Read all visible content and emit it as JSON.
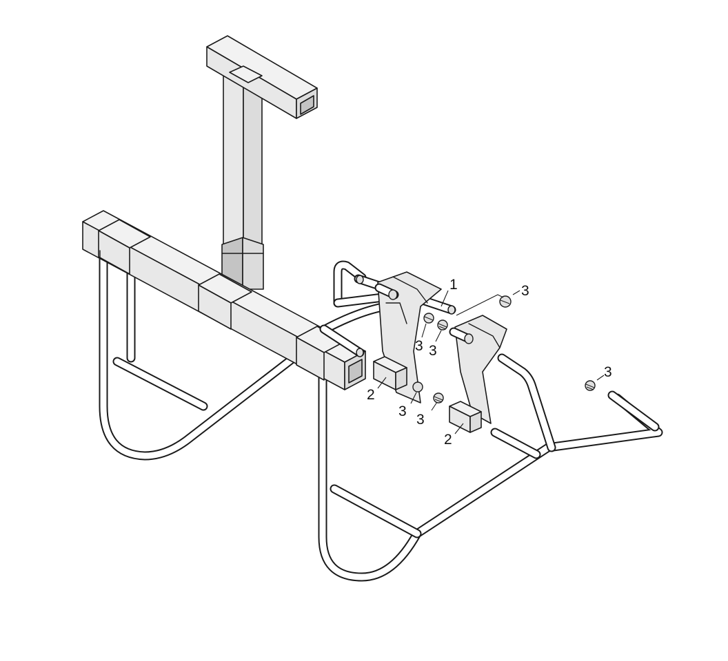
{
  "callouts": [
    {
      "id": "c1",
      "text": "1"
    },
    {
      "id": "c2a",
      "text": "2"
    },
    {
      "id": "c2b",
      "text": "2"
    },
    {
      "id": "c3a",
      "text": "3"
    },
    {
      "id": "c3b",
      "text": "3"
    },
    {
      "id": "c3c",
      "text": "3"
    },
    {
      "id": "c3d",
      "text": "3"
    },
    {
      "id": "c3e",
      "text": "3"
    },
    {
      "id": "c3f",
      "text": "3"
    }
  ]
}
